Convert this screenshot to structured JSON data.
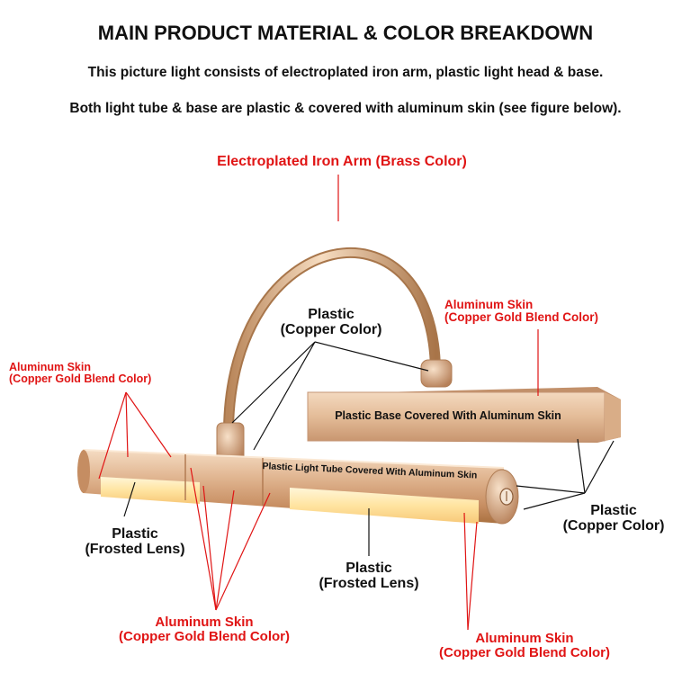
{
  "header": {
    "title": "MAIN PRODUCT MATERIAL & COLOR BREAKDOWN",
    "line1": "This picture light consists of electroplated iron arm, plastic light head & base.",
    "line2": "Both light tube & base are plastic & covered with aluminum skin (see figure below)."
  },
  "labels": {
    "arm": "Electroplated Iron Arm (Brass Color)",
    "plastic_top": {
      "line1": "Plastic",
      "line2": "(Copper Color)"
    },
    "al_base": {
      "line1": "Aluminum Skin",
      "line2": "(Copper Gold Blend Color)"
    },
    "al_left": {
      "line1": "Aluminum Skin",
      "line2": "(Copper Gold Blend Color)"
    },
    "plastic_base": "Plastic Base Covered With Aluminum Skin",
    "plastic_tube": "Plastic Light Tube Covered With Aluminum Skin",
    "plastic_right": {
      "line1": "Plastic",
      "line2": "(Copper Color)"
    },
    "frosted_left": {
      "line1": "Plastic",
      "line2": "(Frosted Lens)"
    },
    "frosted_mid": {
      "line1": "Plastic",
      "line2": "(Frosted Lens)"
    },
    "al_bottom_left": {
      "line1": "Aluminum Skin",
      "line2": "(Copper Gold Blend Color)"
    },
    "al_bottom_right": {
      "line1": "Aluminum Skin",
      "line2": "(Copper Gold Blend Color)"
    }
  },
  "colors": {
    "callout_red": "#e01414",
    "text_black": "#111111",
    "brass": "#d8a77a",
    "lens_glow": "#ffe7a8"
  }
}
